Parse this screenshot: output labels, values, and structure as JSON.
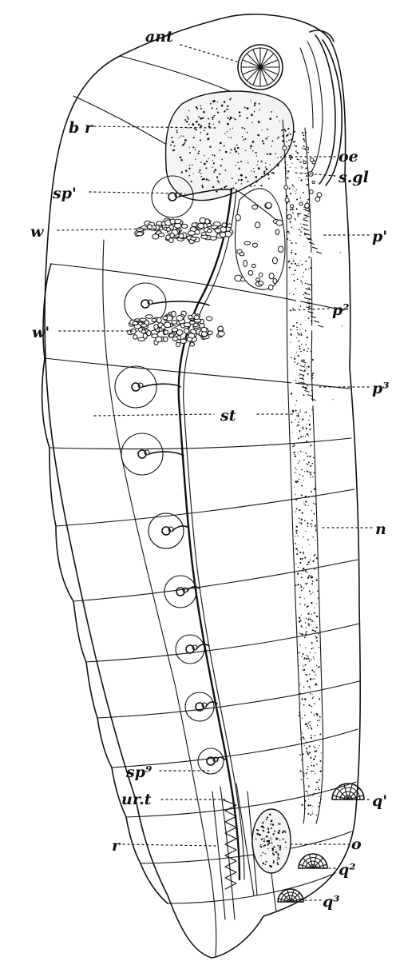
{
  "labels": {
    "ant": "ant",
    "br": "b r",
    "oe": "oe",
    "sgl": "s.gl",
    "sp1": "sp'",
    "w": "w",
    "p1": "p'",
    "p2": "p²",
    "w1": "w'",
    "p3": "p³",
    "st": "st",
    "n": "n",
    "sp9": "sp⁹",
    "q1": "q'",
    "urt": "ur.t",
    "o": "o",
    "r": "r",
    "q2": "q²",
    "q3": "q³"
  }
}
